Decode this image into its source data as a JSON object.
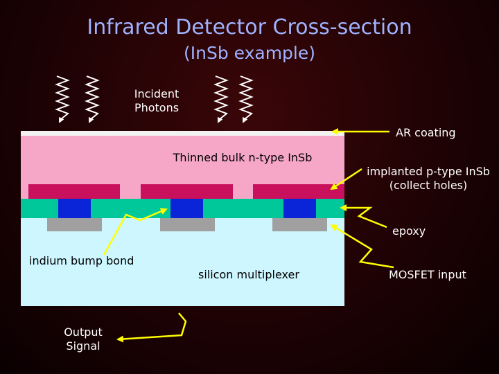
{
  "title": "Infrared Detector Cross-section",
  "subtitle": "(InSb example)",
  "labels": {
    "incident_photons": "Incident\nPhotons",
    "ar_coating": "AR coating",
    "bulk_ntype": "Thinned bulk n-type InSb",
    "implanted_ptype": "implanted p-type InSb\n(collect holes)",
    "epoxy": "epoxy",
    "indium_bump": "indium bump bond",
    "silicon_mux": "silicon multiplexer",
    "mosfet_input": "MOSFET input",
    "output_signal": "Output\nSignal"
  },
  "colors": {
    "title": "#9fb2ff",
    "ar_coating": "#f2f2f2",
    "bulk_ntype": "#f6a6c6",
    "implanted_ptype": "#c8105c",
    "epoxy": "#00c89a",
    "indium_bump": "#0a24d8",
    "mosfet": "#a0a0a0",
    "silicon": "#cdf6ff",
    "leader_line": "#ffff00",
    "photon": "#ffffff"
  }
}
